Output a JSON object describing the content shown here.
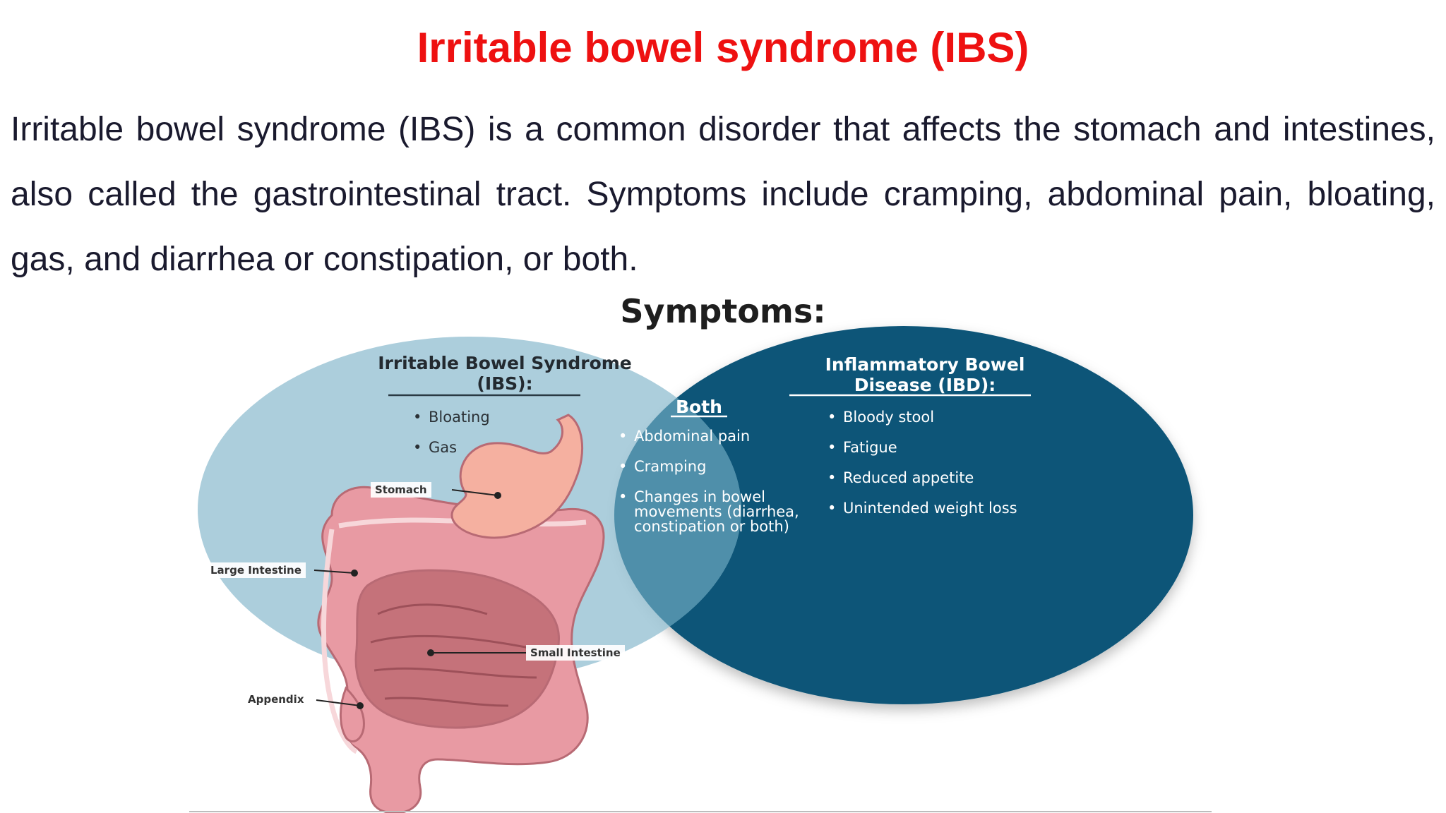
{
  "header": {
    "title": "Irritable bowel syndrome (IBS)",
    "paragraph": "Irritable bowel syndrome (IBS) is a common disorder that affects the stomach and intestines, also called the gastrointestinal tract. Symptoms include cramping, abdominal pain, bloating, gas, and diarrhea or constipation, or both."
  },
  "figure": {
    "title": "Symptoms:",
    "ibs": {
      "title": "Irritable Bowel Syndrome (IBS):",
      "items": [
        "Bloating",
        "Gas"
      ],
      "color": "#9ec6d6"
    },
    "ibd": {
      "title": "Inflammatory Bowel Disease (IBD):",
      "items": [
        "Bloody stool",
        "Fatigue",
        "Reduced appetite",
        "Unintended weight loss"
      ],
      "color": "#0b5578"
    },
    "both": {
      "title": "Both",
      "items": [
        "Abdominal pain",
        "Cramping",
        "Changes in bowel movements (diarrhea, constipation or both)"
      ],
      "color": "#4f8faa"
    },
    "organs": {
      "stomach": "Stomach",
      "large_intestine": "Large Intestine",
      "small_intestine": "Small Intestine",
      "appendix": "Appendix"
    },
    "organ_colors": {
      "intestine": "#e89aa3",
      "stomach": "#f5b0a0",
      "outline": "#b86a74"
    }
  }
}
